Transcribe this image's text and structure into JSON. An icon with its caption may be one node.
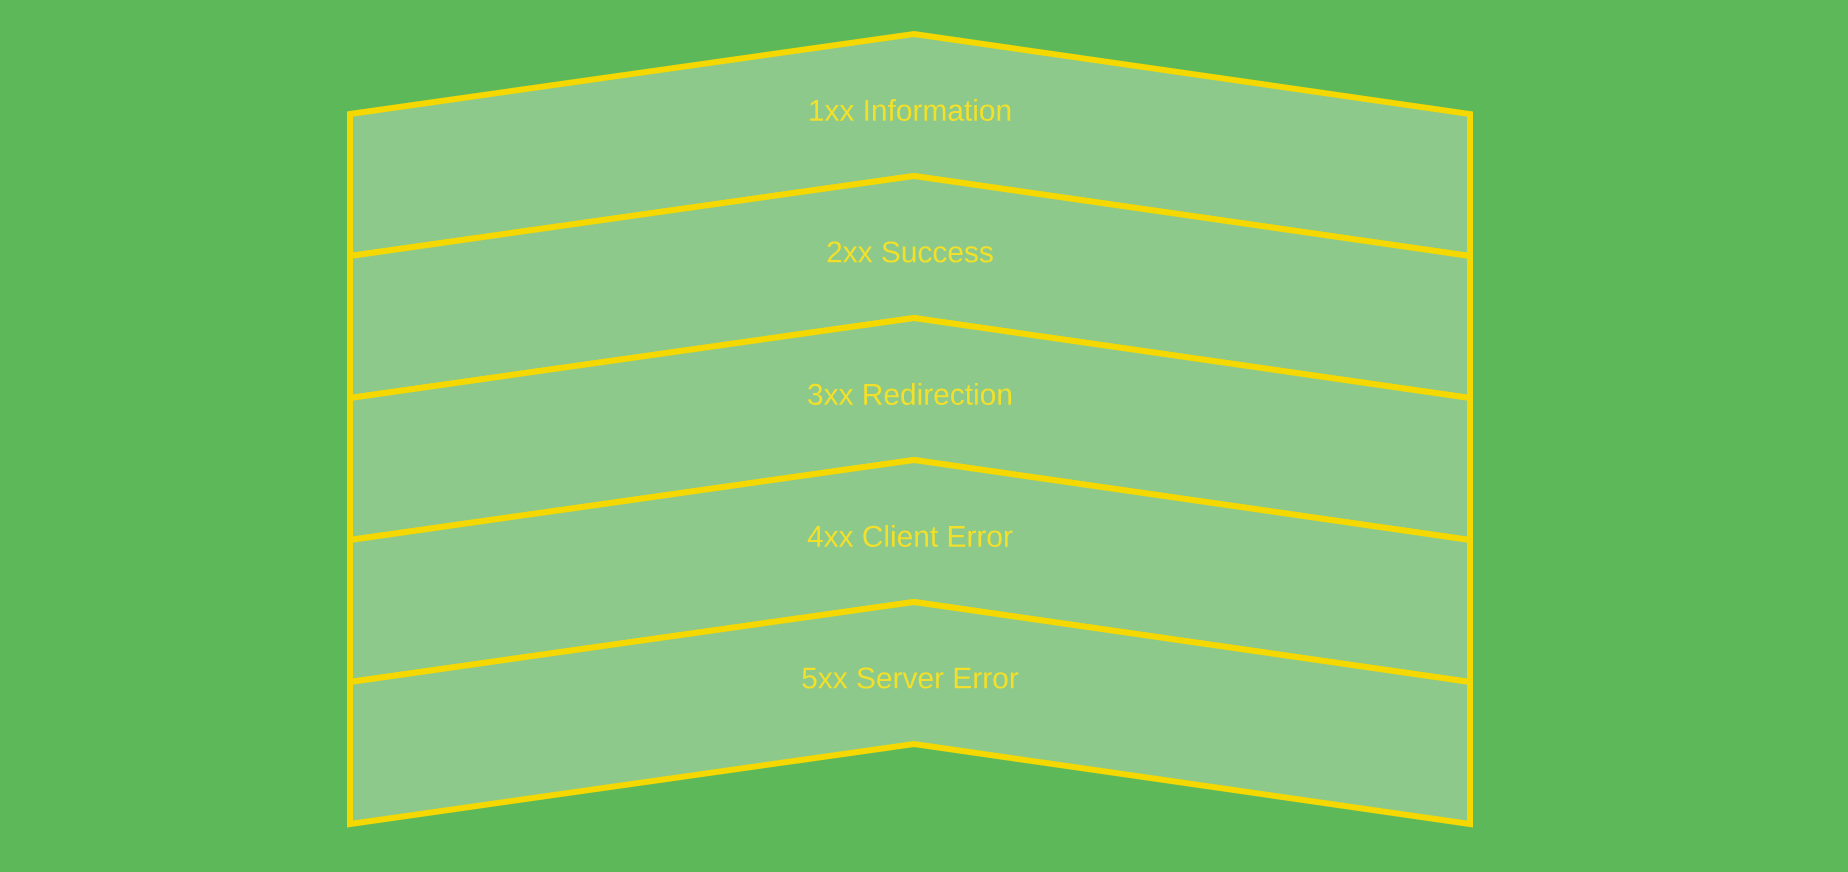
{
  "diagram": {
    "nodes": [
      {
        "text": [
          "1xx Information"
        ]
      },
      {
        "text": [
          "2xx Success"
        ]
      },
      {
        "text": [
          "3xx Redirection"
        ]
      },
      {
        "text": [
          "4xx Client Error"
        ]
      },
      {
        "text": [
          "5xx Server Error"
        ]
      }
    ]
  }
}
